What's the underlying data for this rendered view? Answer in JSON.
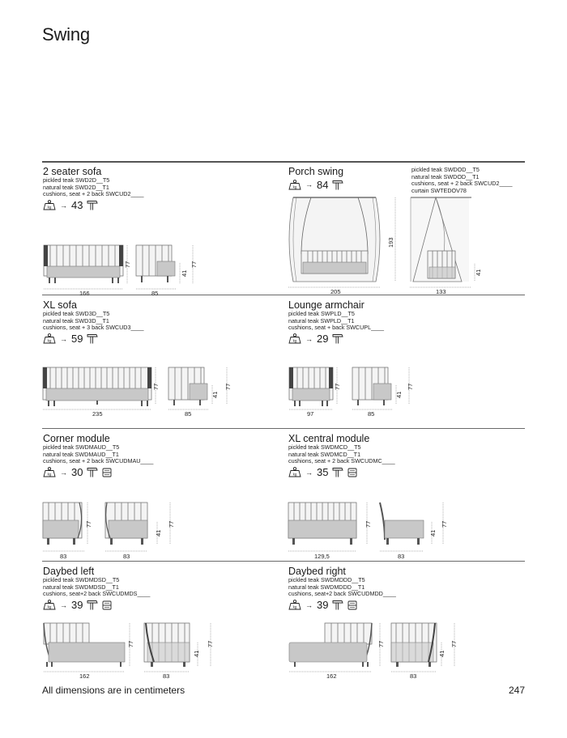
{
  "page": {
    "title": "Swing",
    "footer_note": "All dimensions are in centimeters",
    "page_number": "247"
  },
  "icons": {
    "weight": "kg-weight-icon",
    "arrow": "→",
    "assembly": "mallet-icon",
    "module": "modular-stack-icon"
  },
  "products": [
    {
      "name": "2 seater sofa",
      "specs": [
        "pickled teak SWD2D__T5",
        "natural teak SWD2D__T1",
        "cushions, seat + 2 back SWCUD2____"
      ],
      "weight": "43",
      "modular": false,
      "dims": {
        "front_width": "166",
        "height": "77",
        "side_depth": "85",
        "seat_height": "41",
        "side_height": "77"
      }
    },
    {
      "name": "Porch swing",
      "specs": [
        "pickled teak SWDOD__T5",
        "natural teak SWDOD__T1",
        "cushions, seat + 2 back SWCUD2____",
        "curtain SWTEDOV78"
      ],
      "weight": "84",
      "modular": false,
      "dims": {
        "front_width": "205",
        "height": "193",
        "side_depth": "133",
        "seat_height": "41"
      }
    },
    {
      "name": "XL sofa",
      "specs": [
        "pickled teak SWD3D__T5",
        "natural teak SWD3D__T1",
        "cushions, seat + 3 back SWCUD3____"
      ],
      "weight": "59",
      "modular": false,
      "dims": {
        "front_width": "235",
        "height": "77",
        "side_depth": "85",
        "seat_height": "41",
        "side_height": "77"
      }
    },
    {
      "name": "Lounge armchair",
      "specs": [
        "pickled teak SWPLD__T5",
        "natural teak SWPLD__T1",
        "cushions, seat + back SWCUPL____"
      ],
      "weight": "29",
      "modular": false,
      "dims": {
        "front_width": "97",
        "height": "77",
        "side_depth": "85",
        "seat_height": "41",
        "side_height": "77"
      }
    },
    {
      "name": "Corner module",
      "specs": [
        "pickled teak SWDMAUD__T5",
        "natural teak SWDMAUD__T1",
        "cushions, seat + 2 back SWCUDMAU____"
      ],
      "weight": "30",
      "modular": true,
      "dims": {
        "front_width": "83",
        "height": "77",
        "side_depth": "83",
        "seat_height": "41",
        "side_height": "77"
      }
    },
    {
      "name": "XL central module",
      "specs": [
        "pickled teak SWDMCD__T5",
        "natural teak SWDMCD__T1",
        "cushions, seat + 2 back SWCUDMC____"
      ],
      "weight": "35",
      "modular": true,
      "dims": {
        "front_width": "129,5",
        "height": "77",
        "side_depth": "83",
        "seat_height": "41",
        "side_height": "77"
      }
    },
    {
      "name": "Daybed left",
      "specs": [
        "pickled teak SWDMDSD__T5",
        "natural teak SWDMDSD__T1",
        "cushions, seat+2 back SWCUDMDS____"
      ],
      "weight": "39",
      "modular": true,
      "dims": {
        "front_width": "162",
        "height": "77",
        "side_depth": "83",
        "seat_height": "41",
        "side_height": "77"
      }
    },
    {
      "name": "Daybed right",
      "specs": [
        "pickled teak SWDMDDD__T5",
        "natural teak SWDMDDD__T1",
        "cushions, seat+2 back SWCUDMDD____"
      ],
      "weight": "39",
      "modular": true,
      "dims": {
        "front_width": "162",
        "height": "77",
        "side_depth": "83",
        "seat_height": "41",
        "side_height": "77"
      }
    }
  ]
}
